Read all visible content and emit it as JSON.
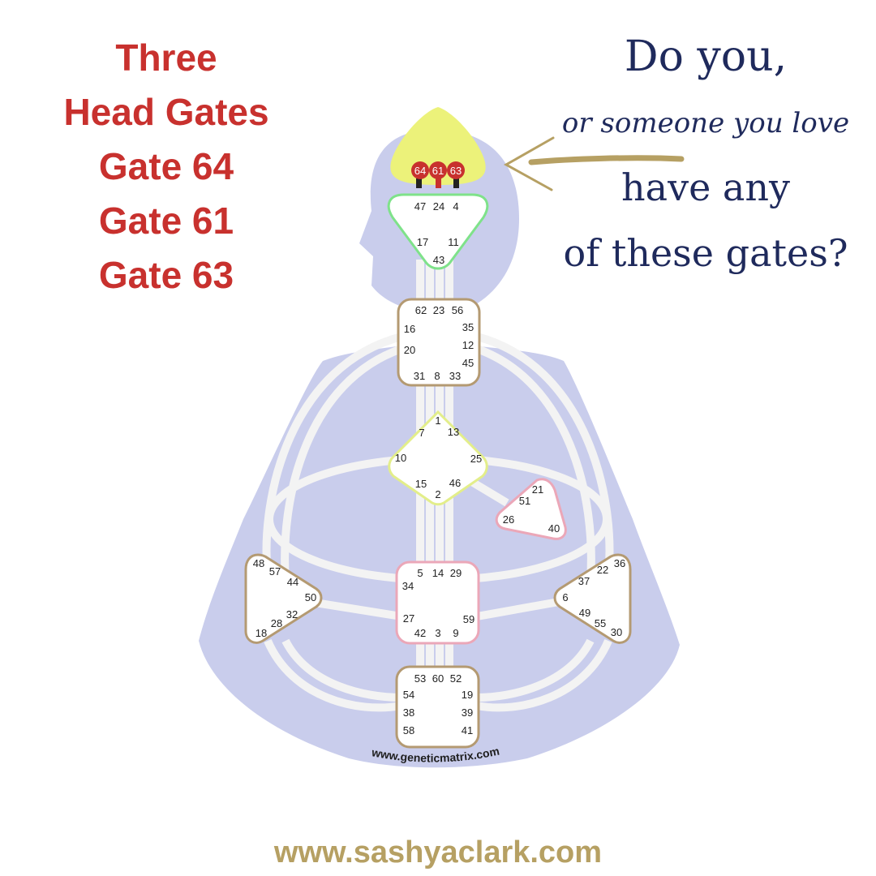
{
  "left_title": {
    "lines": [
      "Three",
      "Head Gates",
      "Gate 64",
      "Gate 61",
      "Gate 63"
    ],
    "color": "#c8312e"
  },
  "question": {
    "line1": "Do you,",
    "script_line": "or someone you love",
    "line3": "have any",
    "line4": "of these gates?",
    "color": "#1f2a5c"
  },
  "arrow": {
    "color": "#b6a063",
    "direction": "left",
    "points_to": "head-center"
  },
  "chart": {
    "watermark": "www.geneticmatrix.com",
    "body_color": "#c9cdec",
    "channel_color": "#f2f2f2",
    "centers": {
      "head": {
        "gates": [
          "64",
          "61",
          "63"
        ],
        "fill": "#ecf27a",
        "active_gate_color": "#c8312e"
      },
      "ajna": {
        "gates": [
          "47",
          "24",
          "4",
          "17",
          "11",
          "43"
        ],
        "border": "#7fe28a"
      },
      "throat": {
        "gates": [
          "62",
          "23",
          "56",
          "16",
          "35",
          "20",
          "12",
          "45",
          "31",
          "8",
          "33"
        ],
        "border": "#b49a72"
      },
      "g": {
        "gates": [
          "1",
          "7",
          "13",
          "10",
          "25",
          "15",
          "46",
          "2"
        ],
        "border": "#e3ee8a"
      },
      "heart": {
        "gates": [
          "21",
          "51",
          "26",
          "40"
        ],
        "border": "#eba7b8"
      },
      "spleen": {
        "gates": [
          "48",
          "57",
          "44",
          "50",
          "32",
          "28",
          "18"
        ],
        "border": "#b49a72"
      },
      "sacral": {
        "gates": [
          "5",
          "14",
          "29",
          "34",
          "27",
          "59",
          "42",
          "3",
          "9"
        ],
        "border": "#eba7b8"
      },
      "solar_plexus": {
        "gates": [
          "36",
          "22",
          "37",
          "6",
          "49",
          "55",
          "30"
        ],
        "border": "#b49a72"
      },
      "root": {
        "gates": [
          "53",
          "60",
          "52",
          "54",
          "19",
          "38",
          "39",
          "58",
          "41"
        ],
        "border": "#b49a72"
      }
    }
  },
  "footer": {
    "url": "www.sashyaclark.com",
    "color": "#b6a063"
  }
}
